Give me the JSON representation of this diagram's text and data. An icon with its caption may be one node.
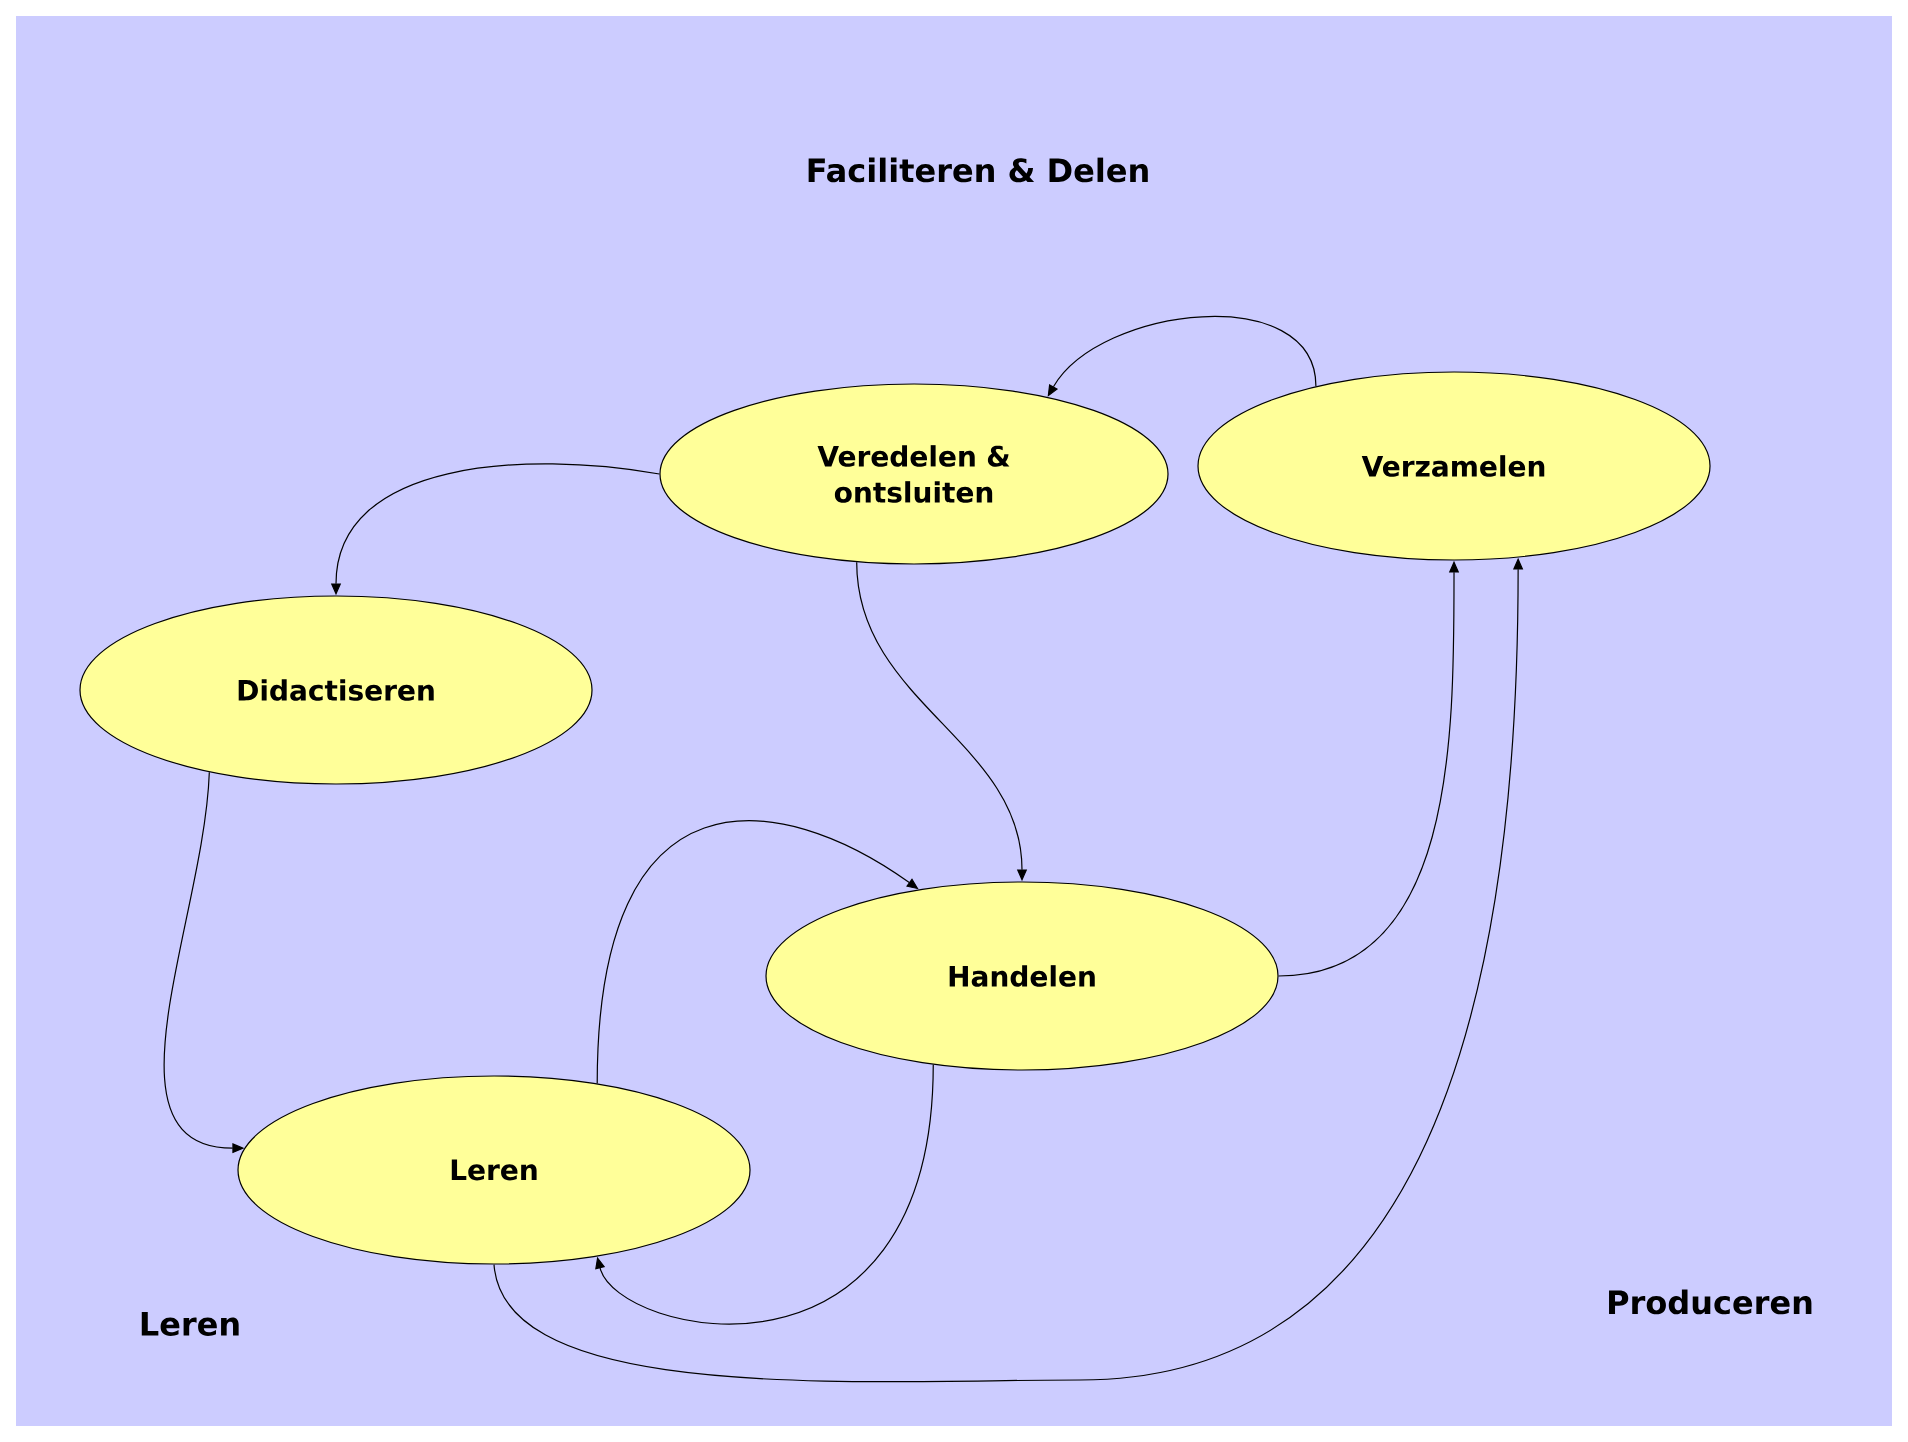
{
  "diagram": {
    "nodes": [
      {
        "text": [
          "Veredelen & ontsluiten"
        ]
      },
      {
        "text": [
          "Verzamelen"
        ]
      },
      {
        "text": [
          "Didactiseren"
        ]
      },
      {
        "text": [
          "Handelen"
        ]
      },
      {
        "text": [
          "Leren"
        ]
      }
    ],
    "edges": [
      {
        "from": 1,
        "to": 0,
        "arrow": "to"
      },
      {
        "from": 0,
        "to": 2,
        "arrow": "to"
      },
      {
        "from": 0,
        "to": 3,
        "arrow": "to"
      },
      {
        "from": 2,
        "to": 4,
        "arrow": "to"
      },
      {
        "from": 4,
        "to": 3,
        "arrow": "to"
      },
      {
        "from": 3,
        "to": 4,
        "arrow": "to"
      },
      {
        "from": 3,
        "to": 1,
        "arrow": "to"
      },
      {
        "from": 4,
        "to": 1,
        "arrow": "to"
      }
    ],
    "labels": [
      "Faciliteren & Delen",
      "Leren",
      "Produceren"
    ]
  }
}
